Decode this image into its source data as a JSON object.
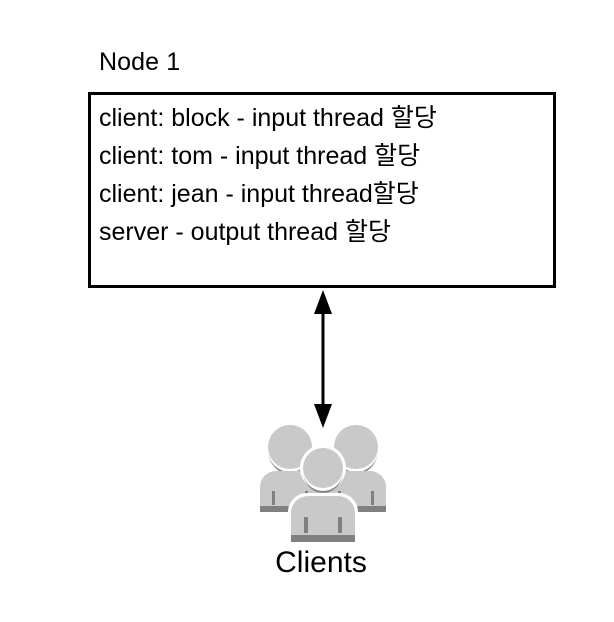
{
  "diagram": {
    "title": "Node 1",
    "node_box": {
      "lines": [
        "client: block - input thread 할당",
        "client: tom - input thread 할당",
        "client: jean - input thread할당",
        "server - output thread 할당"
      ]
    },
    "connector": {
      "type": "double-headed-vertical-arrow",
      "color": "#000000"
    },
    "clients": {
      "label": "Clients",
      "icon": "clients-group-icon",
      "icon_body_color": "#c9c9c9",
      "icon_shadow_color": "#808080"
    },
    "colors": {
      "background": "#ffffff",
      "text": "#000000",
      "border": "#000000"
    }
  }
}
